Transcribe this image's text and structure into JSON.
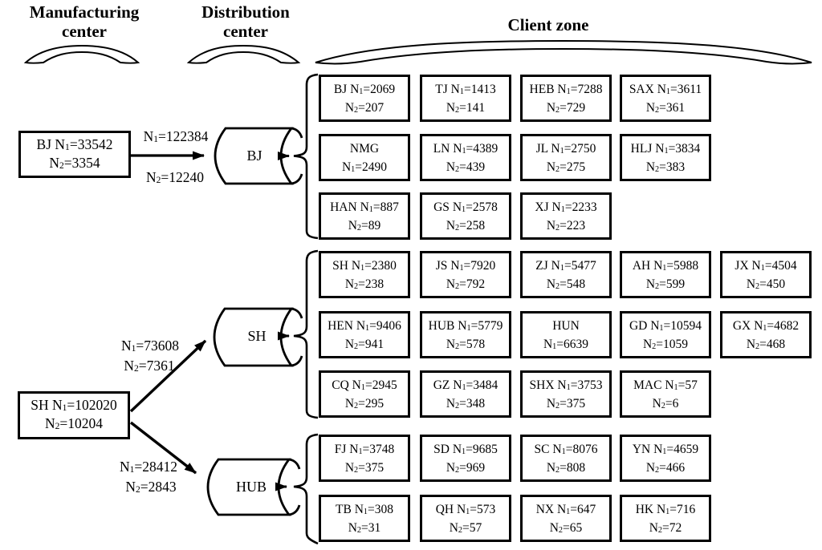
{
  "headers": {
    "manufacturing": "Manufacturing center",
    "distribution": "Distribution center",
    "client": "Client zone"
  },
  "notation": {
    "n_letter": "N",
    "sub_1": "1",
    "sub_2": "2"
  },
  "manufacturing_centers": [
    {
      "id": "bj",
      "code": "BJ",
      "n1": "33542",
      "n2": "3354"
    },
    {
      "id": "sh",
      "code": "SH",
      "n1": "102020",
      "n2": "10204"
    }
  ],
  "distribution_centers": [
    {
      "id": "bj",
      "label": "BJ"
    },
    {
      "id": "sh",
      "label": "SH"
    },
    {
      "id": "hub",
      "label": "HUB"
    }
  ],
  "flows": [
    {
      "from": "BJ",
      "to": "BJ",
      "n1": "122384",
      "n2": "12240"
    },
    {
      "from": "SH",
      "to": "SH",
      "n1": "73608",
      "n2": "7361"
    },
    {
      "from": "SH",
      "to": "HUB",
      "n1": "28412",
      "n2": "2843"
    }
  ],
  "client_groups": [
    {
      "distribution": "BJ",
      "boxes": [
        {
          "code": "BJ",
          "n1": "2069",
          "n2": "207",
          "row": 0,
          "col": 0
        },
        {
          "code": "TJ",
          "n1": "1413",
          "n2": "141",
          "row": 0,
          "col": 1
        },
        {
          "code": "HEB",
          "n1": "7288",
          "n2": "729",
          "row": 0,
          "col": 2
        },
        {
          "code": "SAX",
          "n1": "3611",
          "n2": "361",
          "row": 0,
          "col": 3
        },
        {
          "code": "NMG",
          "n1": "2490",
          "n2": null,
          "stacked": true,
          "row": 1,
          "col": 0
        },
        {
          "code": "LN",
          "n1": "4389",
          "n2": "439",
          "row": 1,
          "col": 1
        },
        {
          "code": "JL",
          "n1": "2750",
          "n2": "275",
          "row": 1,
          "col": 2
        },
        {
          "code": "HLJ",
          "n1": "3834",
          "n2": "383",
          "row": 1,
          "col": 3
        },
        {
          "code": "HAN",
          "n1": "887",
          "n2": "89",
          "row": 2,
          "col": 0
        },
        {
          "code": "GS",
          "n1": "2578",
          "n2": "258",
          "row": 2,
          "col": 1
        },
        {
          "code": "XJ",
          "n1": "2233",
          "n2": "223",
          "row": 2,
          "col": 2
        }
      ]
    },
    {
      "distribution": "SH",
      "boxes": [
        {
          "code": "SH",
          "n1": "2380",
          "n2": "238",
          "row": 0,
          "col": 0
        },
        {
          "code": "JS",
          "n1": "7920",
          "n2": "792",
          "row": 0,
          "col": 1
        },
        {
          "code": "ZJ",
          "n1": "5477",
          "n2": "548",
          "row": 0,
          "col": 2
        },
        {
          "code": "AH",
          "n1": "5988",
          "n2": "599",
          "row": 0,
          "col": 3
        },
        {
          "code": "JX",
          "n1": "4504",
          "n2": "450",
          "row": 0,
          "col": 4
        },
        {
          "code": "HEN",
          "n1": "9406",
          "n2": "941",
          "row": 1,
          "col": 0
        },
        {
          "code": "HUB",
          "n1": "5779",
          "n2": "578",
          "row": 1,
          "col": 1
        },
        {
          "code": "HUN",
          "n1": "6639",
          "n2": null,
          "stacked": true,
          "row": 1,
          "col": 2
        },
        {
          "code": "GD",
          "n1": "10594",
          "n2": "1059",
          "row": 1,
          "col": 3
        },
        {
          "code": "GX",
          "n1": "4682",
          "n2": "468",
          "row": 1,
          "col": 4
        },
        {
          "code": "CQ",
          "n1": "2945",
          "n2": "295",
          "row": 2,
          "col": 0
        },
        {
          "code": "GZ",
          "n1": "3484",
          "n2": "348",
          "row": 2,
          "col": 1
        },
        {
          "code": "SHX",
          "n1": "3753",
          "n2": "375",
          "row": 2,
          "col": 2
        },
        {
          "code": "MAC",
          "n1": "57",
          "n2": "6",
          "row": 2,
          "col": 3
        }
      ]
    },
    {
      "distribution": "HUB",
      "boxes": [
        {
          "code": "FJ",
          "n1": "3748",
          "n2": "375",
          "row": 0,
          "col": 0
        },
        {
          "code": "SD",
          "n1": "9685",
          "n2": "969",
          "row": 0,
          "col": 1
        },
        {
          "code": "SC",
          "n1": "8076",
          "n2": "808",
          "row": 0,
          "col": 2
        },
        {
          "code": "YN",
          "n1": "4659",
          "n2": "466",
          "row": 0,
          "col": 3
        },
        {
          "code": "TB",
          "n1": "308",
          "n2": "31",
          "row": 1,
          "col": 0
        },
        {
          "code": "QH",
          "n1": "573",
          "n2": "57",
          "row": 1,
          "col": 1
        },
        {
          "code": "NX",
          "n1": "647",
          "n2": "65",
          "row": 1,
          "col": 2
        },
        {
          "code": "HK",
          "n1": "716",
          "n2": "72",
          "row": 1,
          "col": 3
        }
      ]
    }
  ]
}
